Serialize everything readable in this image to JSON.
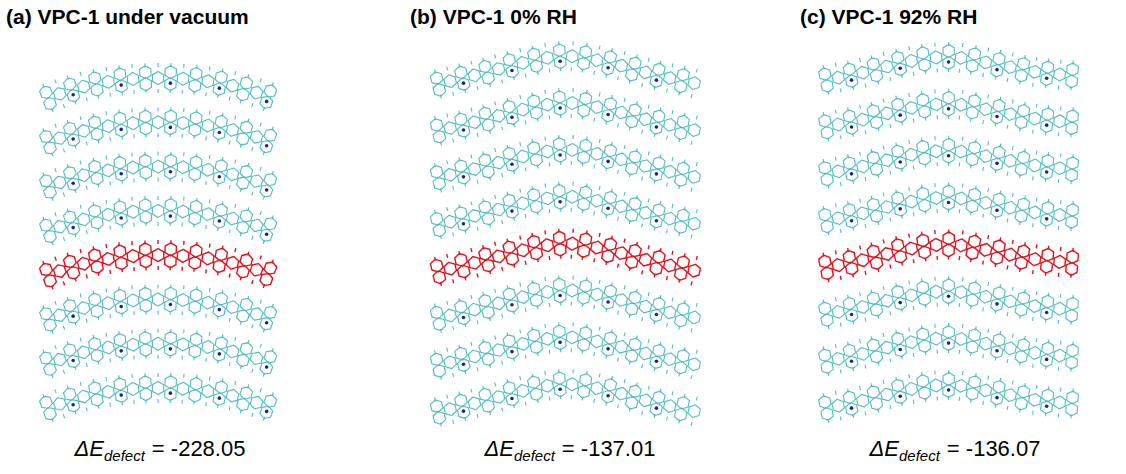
{
  "diagram": {
    "labels": [
      "(a) VPC-1 under vacuum",
      "(b) VPC-1 0% RH",
      "(c) VPC-1 92% RH",
      "ΔE",
      "defect",
      "= -228.05",
      "ΔE",
      "defect",
      "= -137.01",
      "ΔE",
      "defect",
      "= -136.07"
    ]
  }
}
